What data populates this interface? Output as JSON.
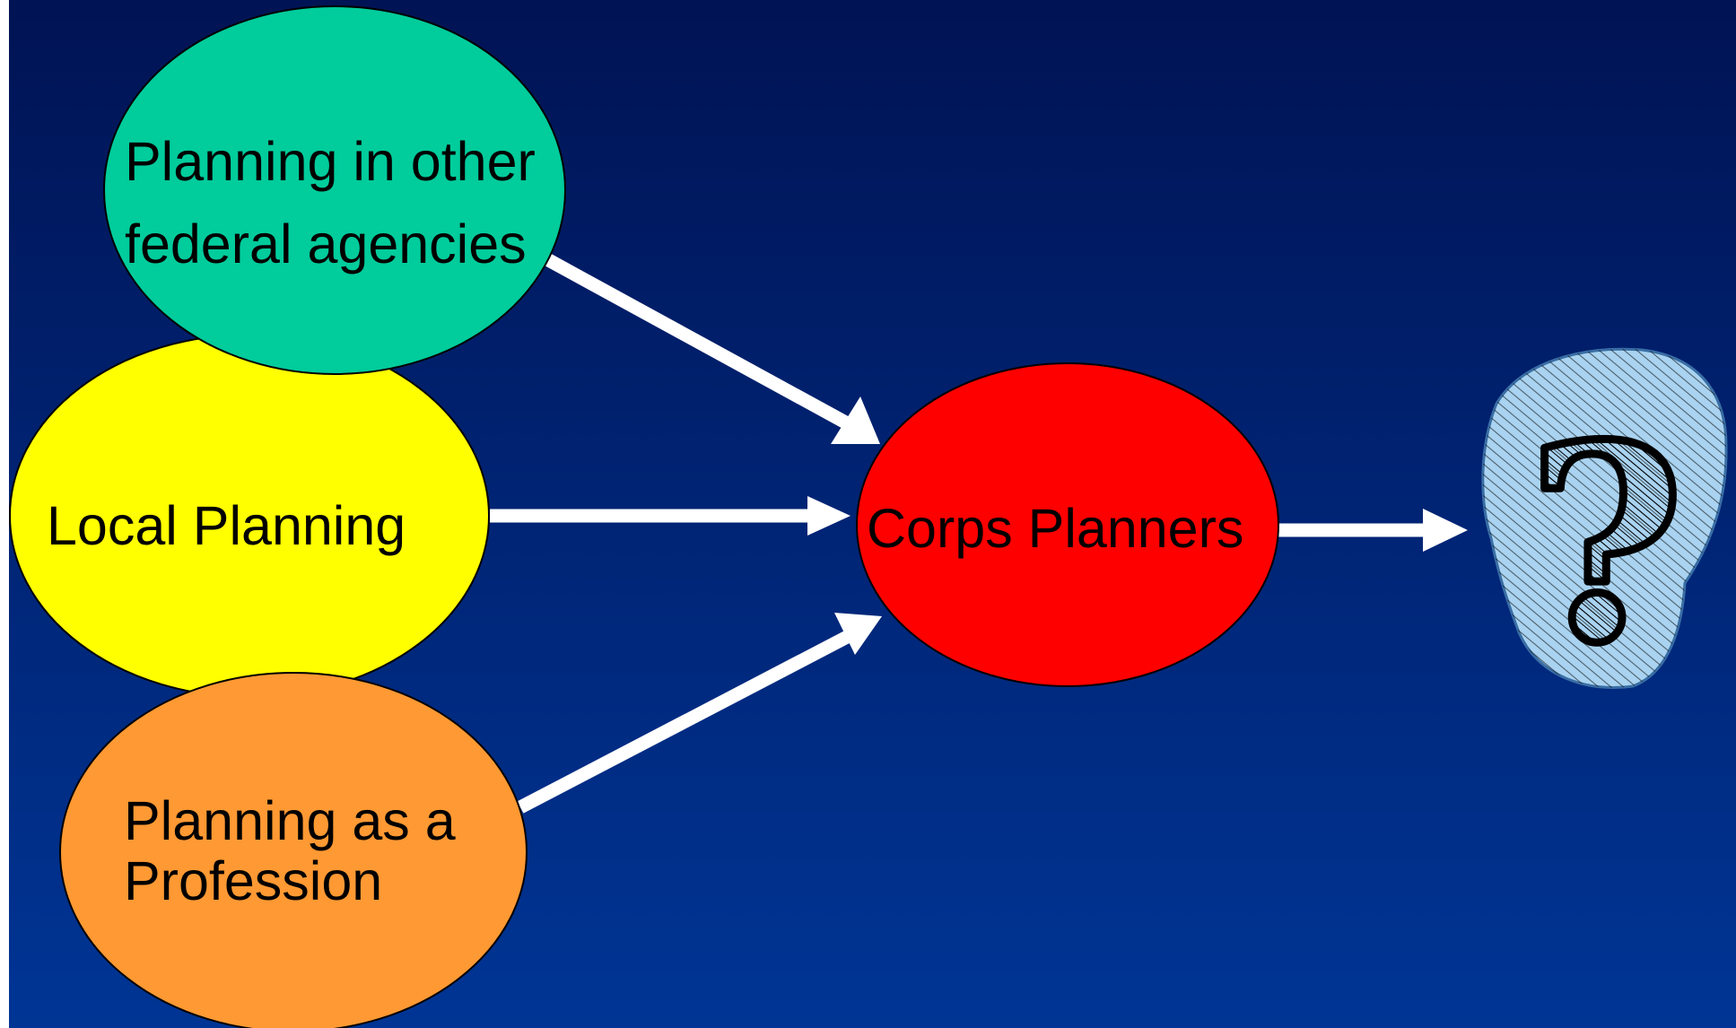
{
  "colors": {
    "background_top": "#001354",
    "background_bottom": "#003595",
    "other_agencies": "#00CC9C",
    "local_planning": "#FFFF00",
    "profession": "#FF9933",
    "corps_planners": "#FF0000",
    "question_fill": "#A9D3F0",
    "arrow": "#FFFFFF"
  },
  "nodes": {
    "other_agencies": {
      "line1": "Planning in other",
      "line2": "federal agencies"
    },
    "local_planning": {
      "label": "Local Planning"
    },
    "profession": {
      "line1": "Planning as a",
      "line2": "Profession"
    },
    "corps_planners": {
      "label": "Corps Planners"
    }
  },
  "question_icon": {
    "icon": "question-mark-icon",
    "glyph": "?"
  }
}
